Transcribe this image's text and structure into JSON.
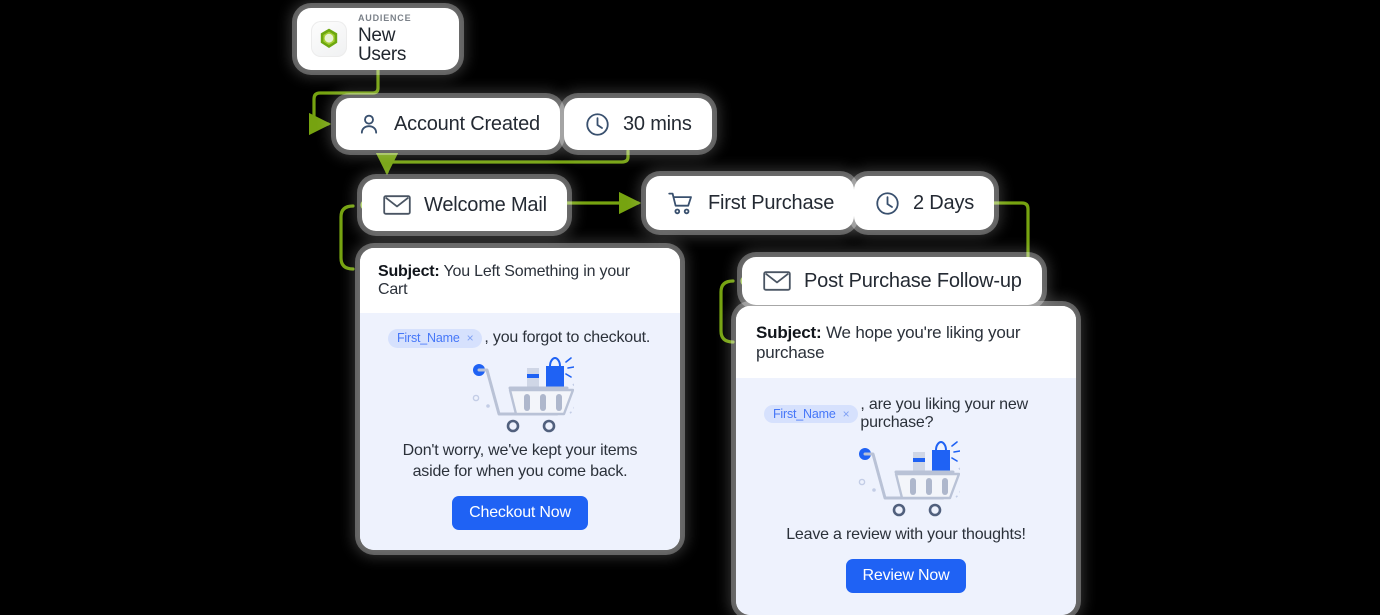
{
  "accent": {
    "wire": "#76a310",
    "dot": "#8ec520",
    "blue": "#1f62f4",
    "chip_bg": "#d6e1fd",
    "chip_fg": "#4677f8",
    "mail_body_bg": "#eef2fd",
    "canvas": "#000000"
  },
  "audience": {
    "kicker": "AUDIENCE",
    "name": "New Users",
    "icon": "audience-hexagon-icon"
  },
  "nodes": [
    {
      "id": "account-created",
      "label": "Account Created",
      "icon": "person-icon"
    },
    {
      "id": "delay-30-mins",
      "label": "30 mins",
      "icon": "clock-icon"
    },
    {
      "id": "welcome-mail",
      "label": "Welcome Mail",
      "icon": "envelope-icon"
    },
    {
      "id": "first-purchase",
      "label": "First Purchase",
      "icon": "cart-icon"
    },
    {
      "id": "delay-2-days",
      "label": "2 Days",
      "icon": "clock-icon"
    },
    {
      "id": "post-purchase-follow-up",
      "label": "Post Purchase Follow-up",
      "icon": "envelope-icon"
    }
  ],
  "mails": [
    {
      "id": "abandoned-cart-mail",
      "subject_label": "Subject:",
      "subject": "You Left Something in your Cart",
      "merge_tag": "First_Name",
      "merge_remove": "×",
      "merge_after": ", you forgot to checkout.",
      "copy": "Don't worry, we've kept your items aside for when you come back.",
      "cta": "Checkout Now",
      "illustration": "shopping-cart-illustration"
    },
    {
      "id": "post-purchase-mail",
      "subject_label": "Subject:",
      "subject": "We hope you're liking your purchase",
      "merge_tag": "First_Name",
      "merge_remove": "×",
      "merge_after": ", are you liking your new purchase?",
      "copy": "Leave a review with your thoughts!",
      "cta": "Review Now",
      "illustration": "shopping-cart-illustration"
    }
  ]
}
